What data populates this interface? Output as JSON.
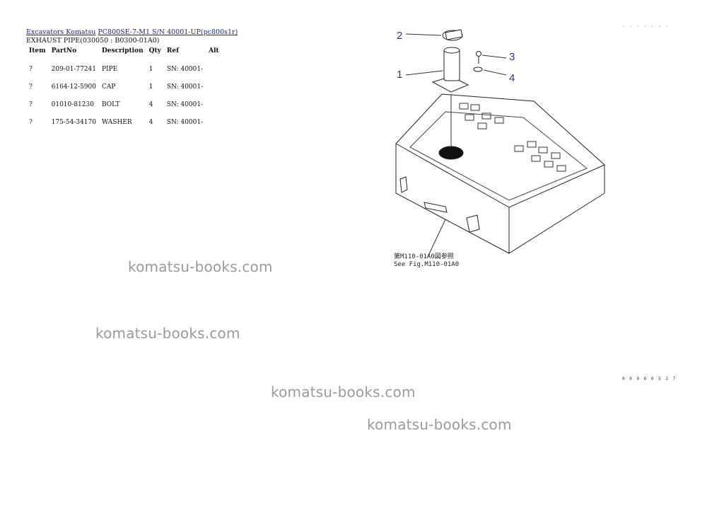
{
  "breadcrumb": {
    "link1": "Excavators Komatsu",
    "link2": "PC800SE-7-M1 S/N 40001-UP(pc800s1r)"
  },
  "subtitle": "EXHAUST PIPE(030050 : B0300-01A0)",
  "table": {
    "headers": [
      "Item",
      "PartNo",
      "Description",
      "Qty",
      "Ref",
      "Alt"
    ],
    "rows": [
      {
        "item": "?",
        "partno": "209-01-77241",
        "description": "PIPE",
        "qty": "1",
        "ref": "SN: 40001-",
        "alt": ""
      },
      {
        "item": "?",
        "partno": "6164-12-5900",
        "description": "CAP",
        "qty": "1",
        "ref": "SN: 40001-",
        "alt": ""
      },
      {
        "item": "?",
        "partno": "01010-81230",
        "description": "BOLT",
        "qty": "4",
        "ref": "SN: 40001-",
        "alt": ""
      },
      {
        "item": "?",
        "partno": "175-54-34170",
        "description": "WASHER",
        "qty": "4",
        "ref": "SN: 40001-",
        "alt": ""
      }
    ]
  },
  "watermark": "komatsu-books.com",
  "diagram": {
    "callouts": [
      "1",
      "2",
      "3",
      "4"
    ],
    "note_line1": "第M110-01A0図参照",
    "note_line2": "See Fig.M110-01A0",
    "code_top": "· · · · · · ·",
    "code_bottom": "0 0 0 6 0 5 2 7"
  }
}
